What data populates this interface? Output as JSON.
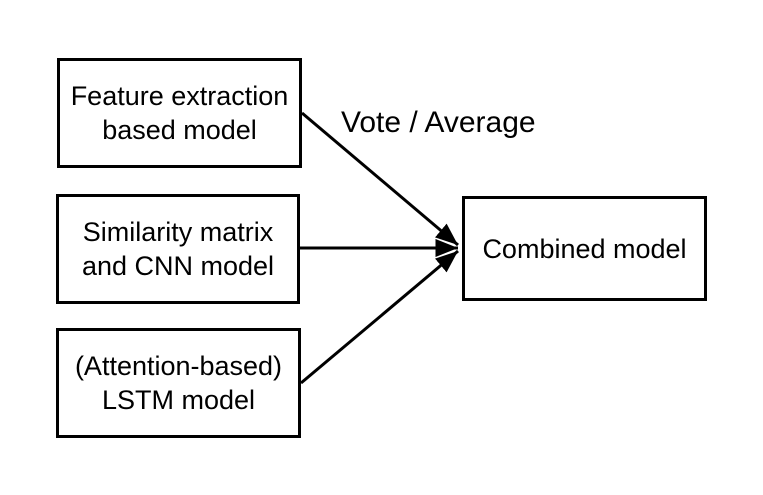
{
  "diagram": {
    "background": "#ffffff",
    "stroke_color": "#000000",
    "text_color": "#000000",
    "nodes": [
      {
        "id": "feature-extraction",
        "label": "Feature extraction\nbased model"
      },
      {
        "id": "similarity-cnn",
        "label": "Similarity matrix\nand CNN model"
      },
      {
        "id": "attention-lstm",
        "label": "(Attention-based)\nLSTM model"
      },
      {
        "id": "combined",
        "label": "Combined model"
      }
    ],
    "edges": [
      {
        "from": "feature-extraction",
        "to": "combined"
      },
      {
        "from": "similarity-cnn",
        "to": "combined"
      },
      {
        "from": "attention-lstm",
        "to": "combined"
      }
    ],
    "edge_label": "Vote / Average"
  }
}
